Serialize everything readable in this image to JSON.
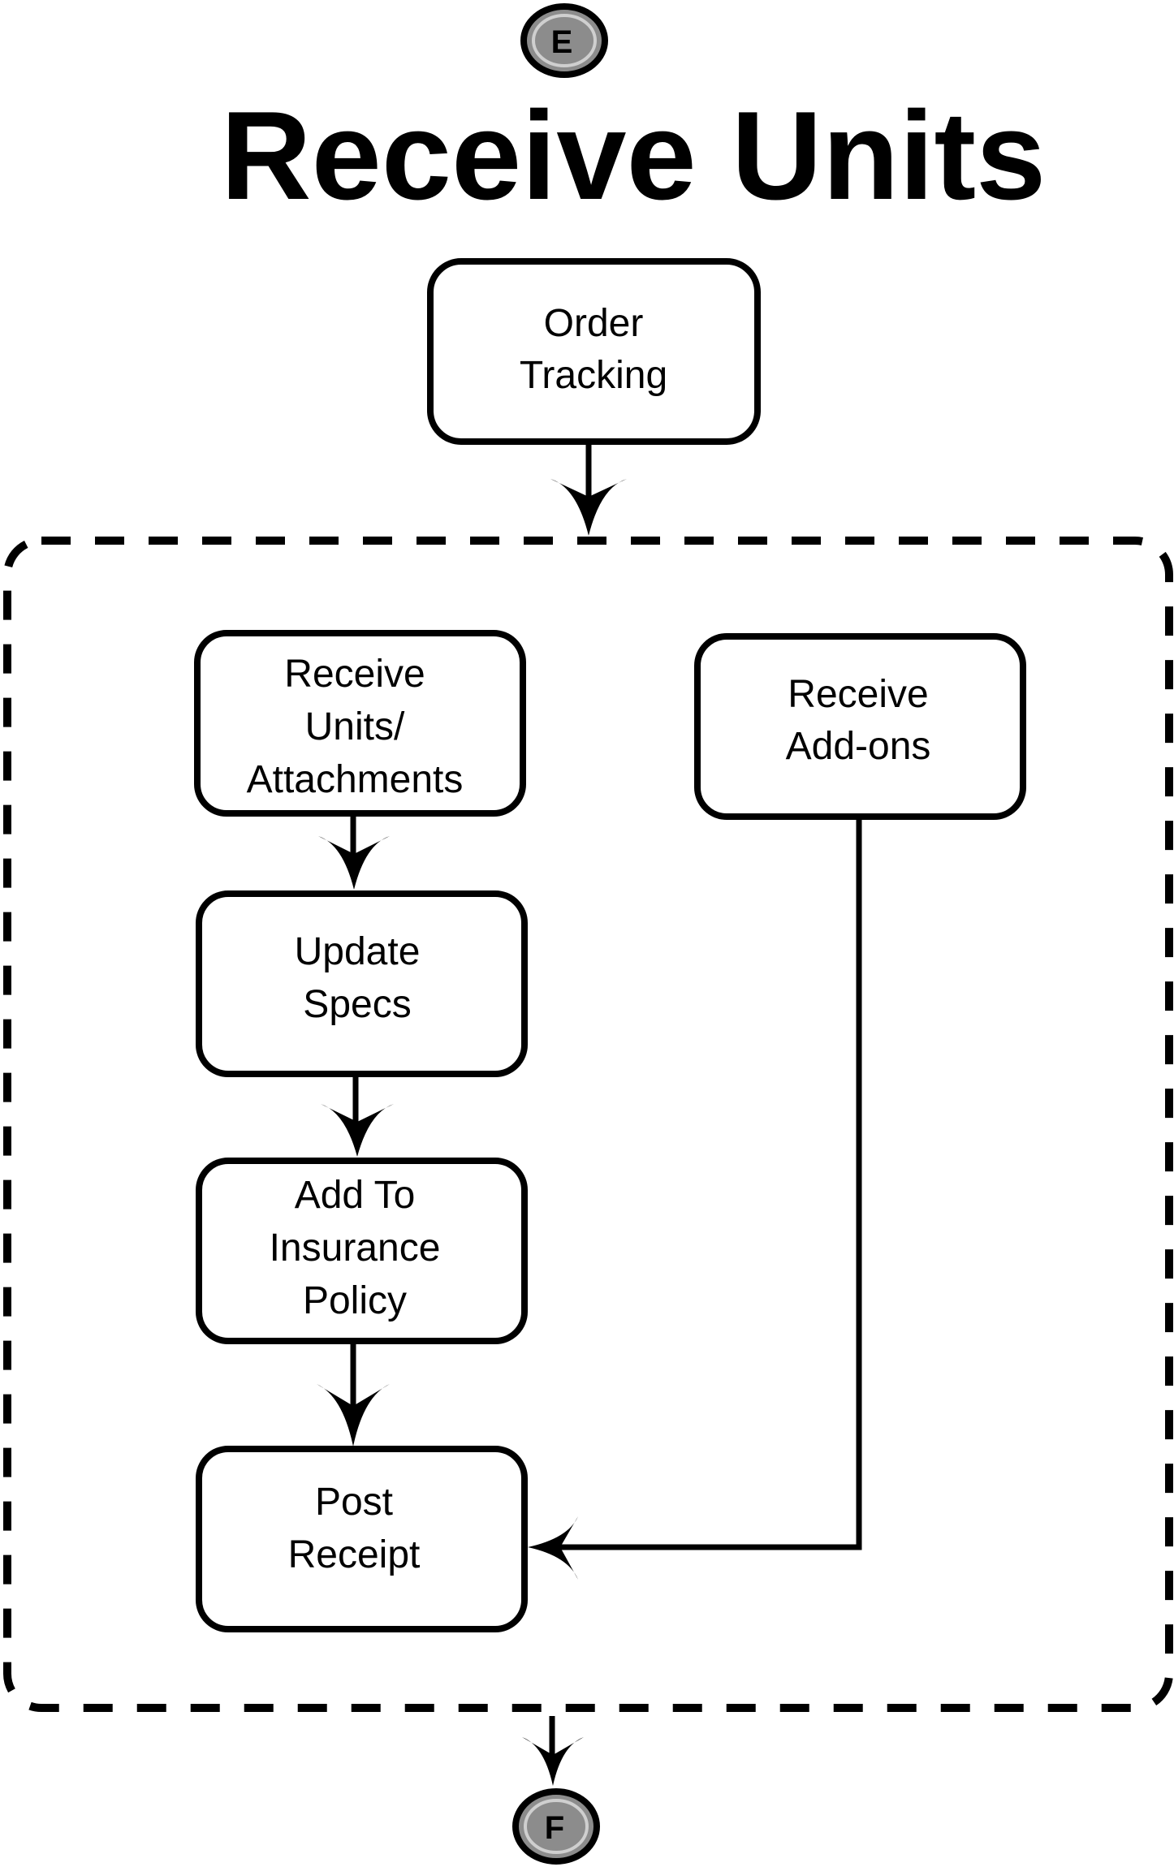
{
  "diagram": {
    "title": "Receive Units",
    "connector_top": "E",
    "connector_bottom": "F",
    "nodes": {
      "order_tracking": [
        "Order",
        "Tracking"
      ],
      "receive_units": [
        "Receive",
        "Units/",
        "Attachments"
      ],
      "update_specs": [
        "Update",
        "Specs"
      ],
      "add_insurance": [
        "Add To",
        "Insurance",
        "Policy"
      ],
      "post_receipt": [
        "Post",
        "Receipt"
      ],
      "receive_addons": [
        "Receive",
        "Add-ons"
      ]
    },
    "colors": {
      "stroke": "#000000",
      "connector_fill": "#8c8c8c",
      "background": "#ffffff"
    }
  }
}
